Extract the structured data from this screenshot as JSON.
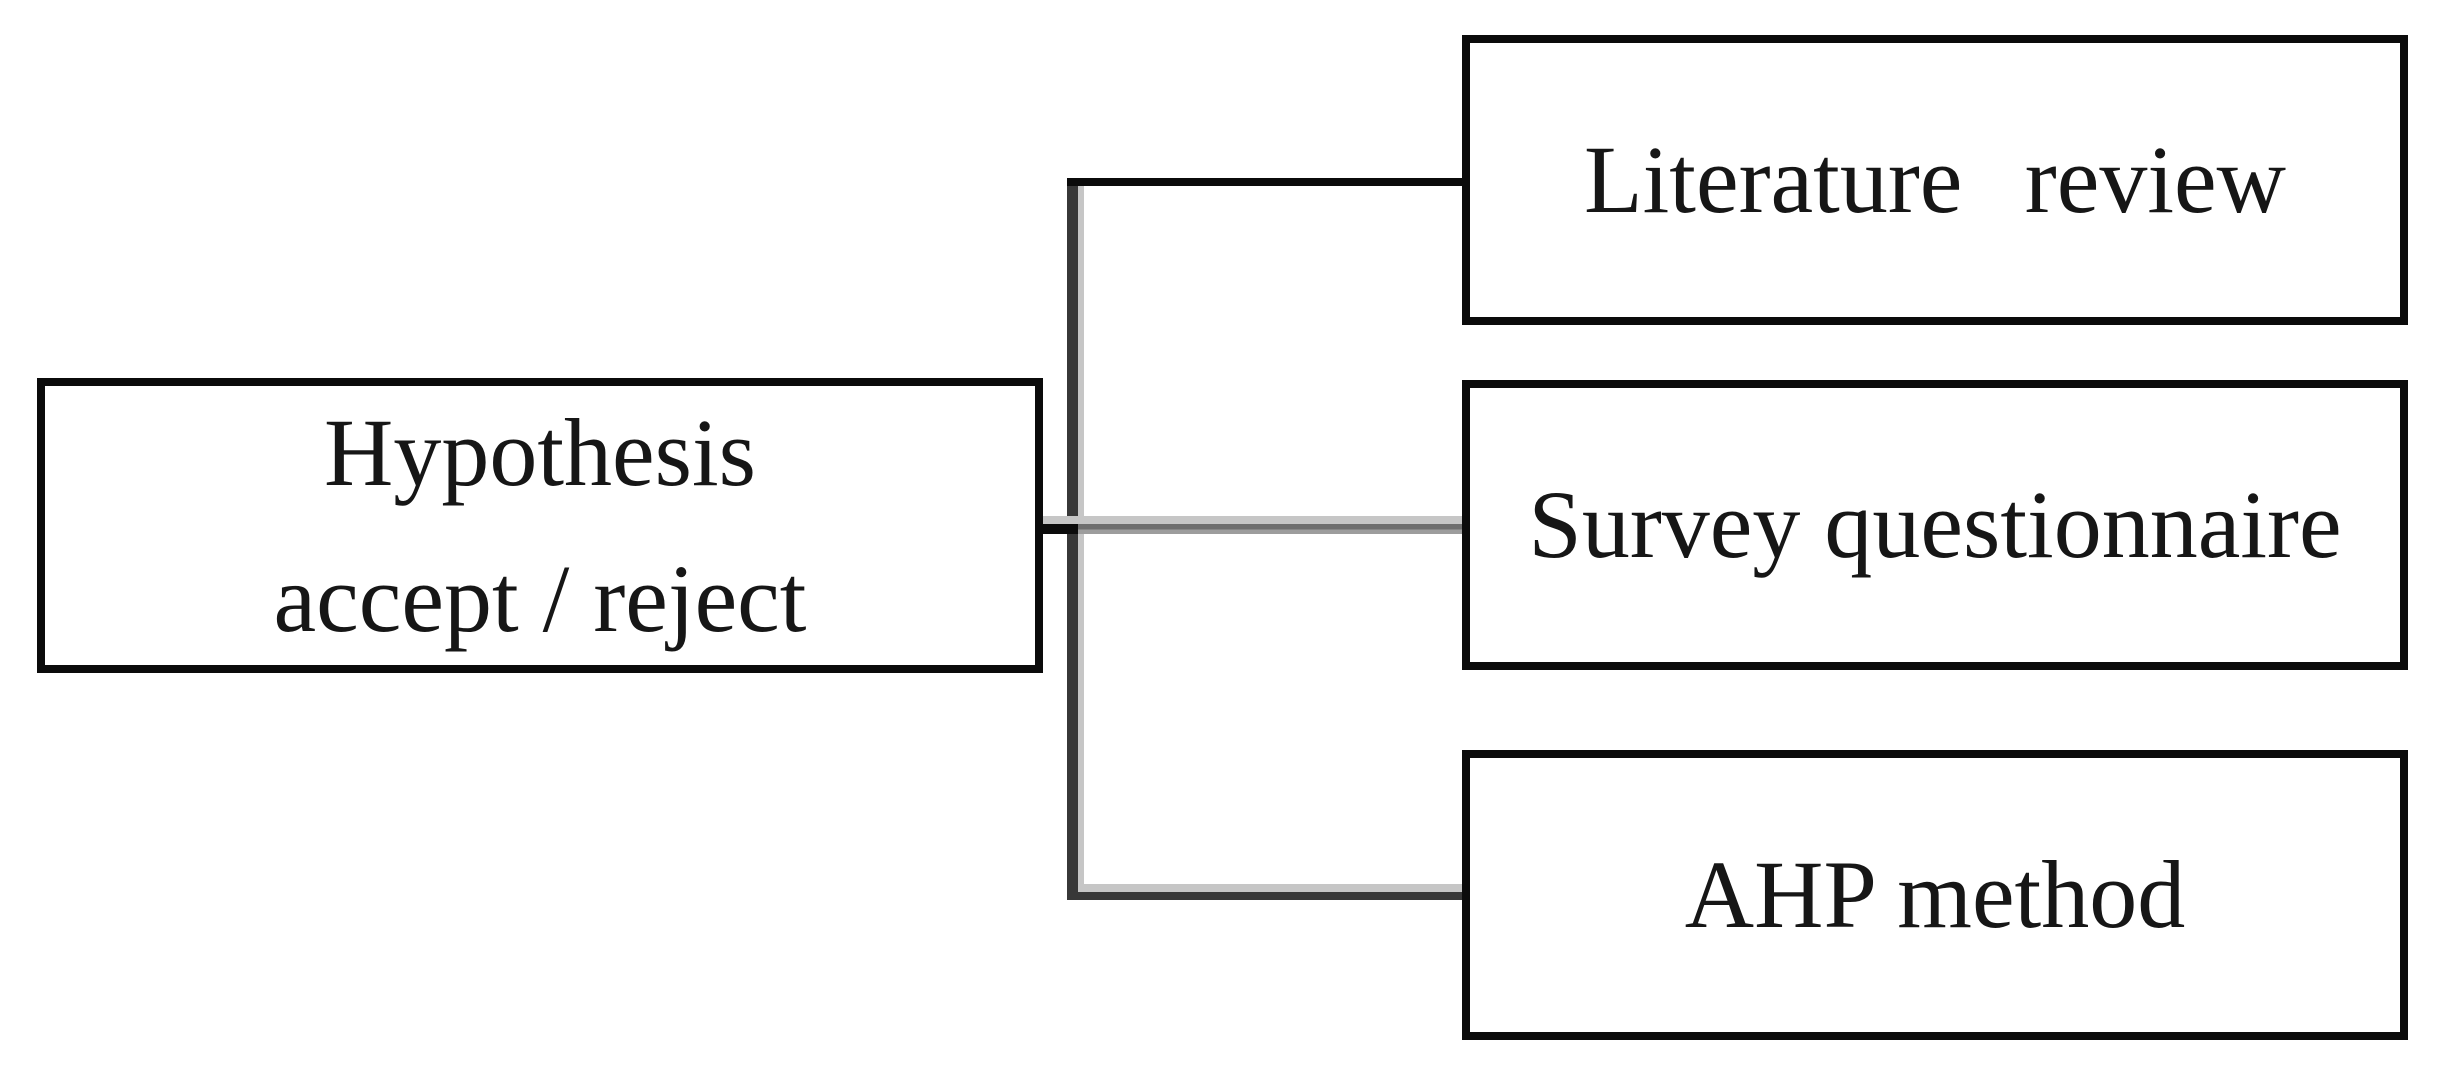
{
  "diagram": {
    "left_box": {
      "line1": "Hypothesis",
      "line2": "accept / reject"
    },
    "right_boxes": [
      {
        "label": "Literature review"
      },
      {
        "label": "Survey questionnaire"
      },
      {
        "label": "AHP method"
      }
    ],
    "connections": [
      {
        "from": "Hypothesis accept / reject",
        "to": "Literature review"
      },
      {
        "from": "Hypothesis accept / reject",
        "to": "Survey questionnaire"
      },
      {
        "from": "Hypothesis accept / reject",
        "to": "AHP method"
      }
    ],
    "colors": {
      "background": "#ffffff",
      "box_border": "#0b0b0b",
      "text": "#161616",
      "trunk_line": "#383838",
      "connector_black": "#0b0b0b",
      "connector_gray": "#6e6e6e",
      "line_shadow": "#c6c6c6"
    }
  }
}
